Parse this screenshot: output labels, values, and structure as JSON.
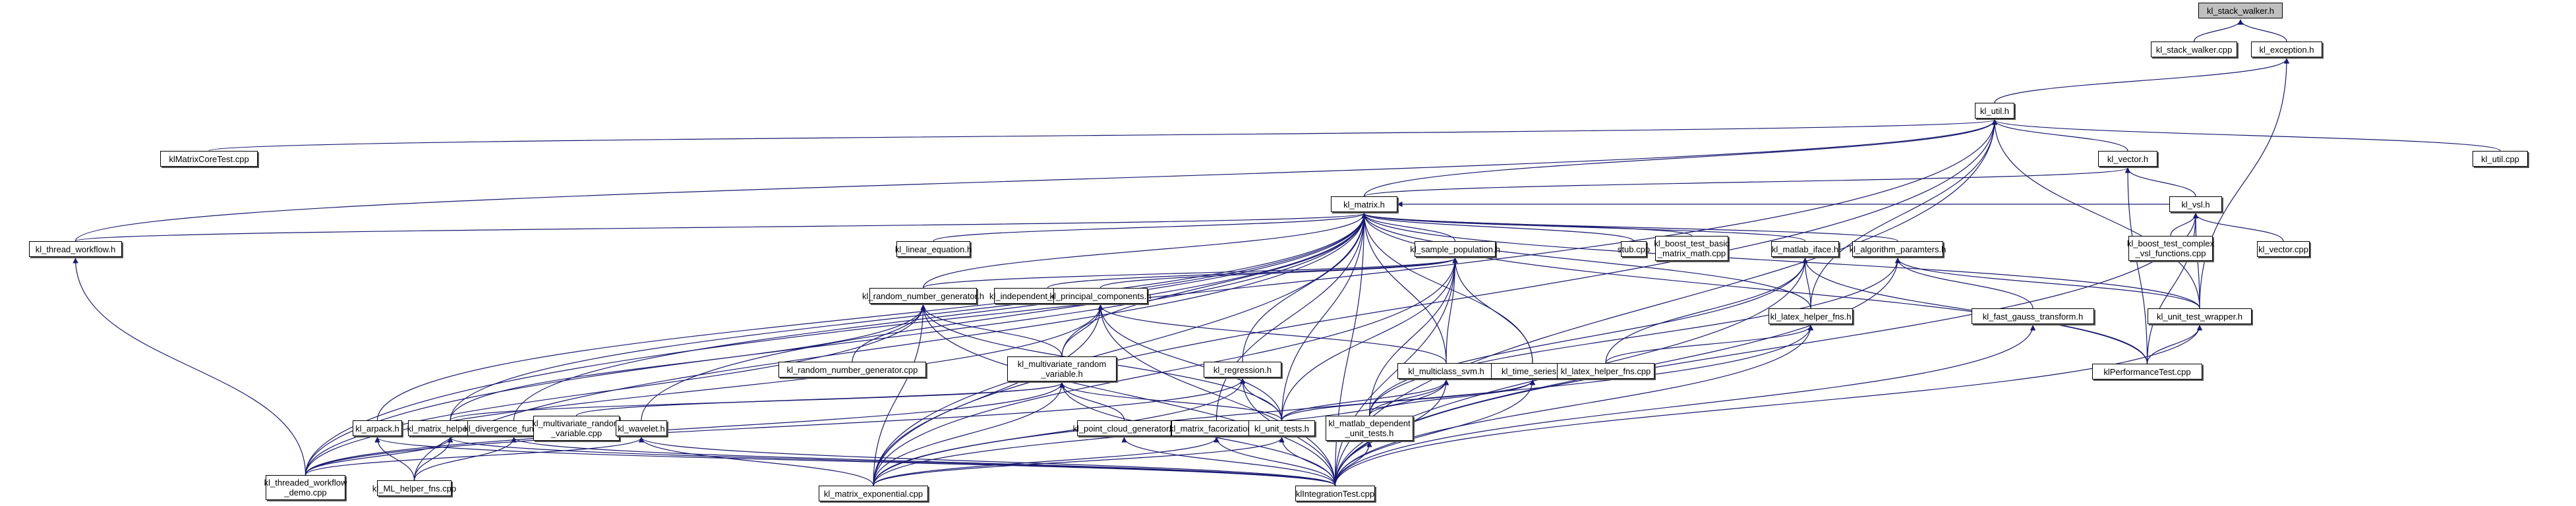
{
  "graph": {
    "title": "kl_stack_walker.h include dependency graph",
    "root": "kl_stack_walker.h",
    "colors": {
      "edge": "#191970",
      "root_fill": "#bfbfbf",
      "node_fill": "#ffffff",
      "border": "#000000"
    },
    "nodes": [
      {
        "id": "stack_walker_h",
        "label": "kl_stack_walker.h",
        "root": true
      },
      {
        "id": "stack_walker_cpp",
        "label": "kl_stack_walker.cpp"
      },
      {
        "id": "exception_h",
        "label": "kl_exception.h"
      },
      {
        "id": "util_h",
        "label": "kl_util.h"
      },
      {
        "id": "matrix_core_test",
        "label": "klMatrixCoreTest.cpp"
      },
      {
        "id": "util_cpp",
        "label": "kl_util.cpp"
      },
      {
        "id": "vector_h",
        "label": "kl_vector.h"
      },
      {
        "id": "matrix_h",
        "label": "kl_matrix.h"
      },
      {
        "id": "vsl_h",
        "label": "kl_vsl.h"
      },
      {
        "id": "thread_workflow_h",
        "label": "kl_thread_workflow.h"
      },
      {
        "id": "linear_equation_h",
        "label": "kl_linear_equation.h"
      },
      {
        "id": "sample_population_h",
        "label": "kl_sample_population.h"
      },
      {
        "id": "stub_cpp",
        "label": "stub.cpp"
      },
      {
        "id": "boost_basic_cpp",
        "label": "kl_boost_test_basic\n_matrix_math.cpp"
      },
      {
        "id": "matlab_iface_h",
        "label": "kl_matlab_iface.h"
      },
      {
        "id": "algorithm_params_h",
        "label": "kl_algorithm_paramters.h"
      },
      {
        "id": "boost_complex_cpp",
        "label": "kl_boost_test_complex\n_vsl_functions.cpp"
      },
      {
        "id": "vector_cpp",
        "label": "kl_vector.cpp"
      },
      {
        "id": "random_number_generator_h",
        "label": "kl_random_number_generator.h"
      },
      {
        "id": "independent_components_h",
        "label": "kl_independent_components.h"
      },
      {
        "id": "principal_components_h",
        "label": "kl_principal_components.h"
      },
      {
        "id": "latex_helper_fns_h",
        "label": "kl_latex_helper_fns.h"
      },
      {
        "id": "fast_gauss_transform_h",
        "label": "kl_fast_gauss_transform.h"
      },
      {
        "id": "unit_test_wrapper_h",
        "label": "kl_unit_test_wrapper.h"
      },
      {
        "id": "random_number_generator_cpp",
        "label": "kl_random_number_generator.cpp"
      },
      {
        "id": "multivariate_random_variable_h",
        "label": "kl_multivariate_random\n_variable.h"
      },
      {
        "id": "regression_h",
        "label": "kl_regression.h"
      },
      {
        "id": "multiclass_svm_h",
        "label": "kl_multiclass_svm.h"
      },
      {
        "id": "time_series_h",
        "label": "kl_time_series.h"
      },
      {
        "id": "latex_helper_fns_cpp",
        "label": "kl_latex_helper_fns.cpp"
      },
      {
        "id": "performance_test_cpp",
        "label": "klPerformanceTest.cpp"
      },
      {
        "id": "arpack_h",
        "label": "kl_arpack.h"
      },
      {
        "id": "matrix_helper_fns_h",
        "label": "kl_matrix_helper_fns.h"
      },
      {
        "id": "divergence_functions_h",
        "label": "kl_divergence_functions.h"
      },
      {
        "id": "multivariate_random_variable_cpp",
        "label": "kl_multivariate_random\n_variable.cpp"
      },
      {
        "id": "wavelet_h",
        "label": "kl_wavelet.h"
      },
      {
        "id": "point_cloud_generator_h",
        "label": "kl_point_cloud_generator.h"
      },
      {
        "id": "matrix_factorizations_h",
        "label": "kl_matrix_facorizations.h"
      },
      {
        "id": "unit_tests_h",
        "label": "kl_unit_tests.h"
      },
      {
        "id": "matlab_dependent_unit_tests_h",
        "label": "kl_matlab_dependent\n_unit_tests.h"
      },
      {
        "id": "threaded_workflow_demo_cpp",
        "label": "kl_threaded_workflow\n_demo.cpp"
      },
      {
        "id": "ml_helper_fns_cpp",
        "label": "kl_ML_helper_fns.cpp"
      },
      {
        "id": "matrix_exponential_cpp",
        "label": "kl_matrix_exponential.cpp"
      },
      {
        "id": "integration_test_cpp",
        "label": "klIntegrationTest.cpp"
      }
    ],
    "edges": [
      [
        "stack_walker_cpp",
        "stack_walker_h"
      ],
      [
        "exception_h",
        "stack_walker_h"
      ],
      [
        "util_h",
        "exception_h"
      ],
      [
        "unit_test_wrapper_h",
        "exception_h"
      ],
      [
        "matrix_core_test",
        "util_h"
      ],
      [
        "util_cpp",
        "util_h"
      ],
      [
        "vector_h",
        "util_h"
      ],
      [
        "matrix_h",
        "util_h"
      ],
      [
        "thread_workflow_h",
        "util_h"
      ],
      [
        "latex_helper_fns_h",
        "util_h"
      ],
      [
        "unit_test_wrapper_h",
        "util_h"
      ],
      [
        "threaded_workflow_demo_cpp",
        "util_h"
      ],
      [
        "matrix_exponential_cpp",
        "util_h"
      ],
      [
        "integration_test_cpp",
        "util_h"
      ],
      [
        "vsl_h",
        "vector_h"
      ],
      [
        "matrix_h",
        "vector_h"
      ],
      [
        "performance_test_cpp",
        "vector_h"
      ],
      [
        "vsl_h",
        "matrix_h"
      ],
      [
        "thread_workflow_h",
        "matrix_h"
      ],
      [
        "linear_equation_h",
        "matrix_h"
      ],
      [
        "sample_population_h",
        "matrix_h"
      ],
      [
        "stub_cpp",
        "matrix_h"
      ],
      [
        "boost_basic_cpp",
        "matrix_h"
      ],
      [
        "matlab_iface_h",
        "matrix_h"
      ],
      [
        "algorithm_params_h",
        "matrix_h"
      ],
      [
        "random_number_generator_h",
        "matrix_h"
      ],
      [
        "multivariate_random_variable_h",
        "matrix_h"
      ],
      [
        "regression_h",
        "matrix_h"
      ],
      [
        "multiclass_svm_h",
        "matrix_h"
      ],
      [
        "time_series_h",
        "matrix_h"
      ],
      [
        "arpack_h",
        "matrix_h"
      ],
      [
        "matrix_helper_fns_h",
        "matrix_h"
      ],
      [
        "divergence_functions_h",
        "matrix_h"
      ],
      [
        "wavelet_h",
        "matrix_h"
      ],
      [
        "matrix_factorizations_h",
        "matrix_h"
      ],
      [
        "unit_tests_h",
        "matrix_h"
      ],
      [
        "matrix_exponential_cpp",
        "matrix_h"
      ],
      [
        "integration_test_cpp",
        "matrix_h"
      ],
      [
        "performance_test_cpp",
        "matrix_h"
      ],
      [
        "latex_helper_fns_h",
        "matrix_h"
      ],
      [
        "unit_test_wrapper_h",
        "matrix_h"
      ],
      [
        "threaded_workflow_demo_cpp",
        "matrix_h"
      ],
      [
        "ml_helper_fns_cpp",
        "matrix_h"
      ],
      [
        "boost_complex_cpp",
        "vsl_h"
      ],
      [
        "vector_cpp",
        "vsl_h"
      ],
      [
        "unit_test_wrapper_h",
        "vsl_h"
      ],
      [
        "performance_test_cpp",
        "vsl_h"
      ],
      [
        "integration_test_cpp",
        "vsl_h"
      ],
      [
        "threaded_workflow_demo_cpp",
        "thread_workflow_h"
      ],
      [
        "independent_components_h",
        "sample_population_h"
      ],
      [
        "principal_components_h",
        "sample_population_h"
      ],
      [
        "random_number_generator_h",
        "sample_population_h"
      ],
      [
        "multiclass_svm_h",
        "sample_population_h"
      ],
      [
        "time_series_h",
        "sample_population_h"
      ],
      [
        "unit_tests_h",
        "sample_population_h"
      ],
      [
        "matrix_exponential_cpp",
        "sample_population_h"
      ],
      [
        "integration_test_cpp",
        "sample_population_h"
      ],
      [
        "matlab_dependent_unit_tests_h",
        "sample_population_h"
      ],
      [
        "latex_helper_fns_h",
        "matlab_iface_h"
      ],
      [
        "latex_helper_fns_cpp",
        "matlab_iface_h"
      ],
      [
        "matlab_dependent_unit_tests_h",
        "matlab_iface_h"
      ],
      [
        "integration_test_cpp",
        "matlab_iface_h"
      ],
      [
        "performance_test_cpp",
        "matlab_iface_h"
      ],
      [
        "fast_gauss_transform_h",
        "algorithm_params_h"
      ],
      [
        "unit_test_wrapper_h",
        "algorithm_params_h"
      ],
      [
        "matlab_dependent_unit_tests_h",
        "algorithm_params_h"
      ],
      [
        "integration_test_cpp",
        "algorithm_params_h"
      ],
      [
        "performance_test_cpp",
        "unit_test_wrapper_h"
      ],
      [
        "integration_test_cpp",
        "unit_test_wrapper_h"
      ],
      [
        "latex_helper_fns_cpp",
        "latex_helper_fns_h"
      ],
      [
        "integration_test_cpp",
        "latex_helper_fns_h"
      ],
      [
        "matrix_exponential_cpp",
        "latex_helper_fns_h"
      ],
      [
        "integration_test_cpp",
        "fast_gauss_transform_h"
      ],
      [
        "random_number_generator_cpp",
        "random_number_generator_h"
      ],
      [
        "multivariate_random_variable_h",
        "random_number_generator_h"
      ],
      [
        "matrix_helper_fns_h",
        "random_number_generator_h"
      ],
      [
        "matrix_exponential_cpp",
        "random_number_generator_h"
      ],
      [
        "threaded_workflow_demo_cpp",
        "random_number_generator_h"
      ],
      [
        "unit_tests_h",
        "random_number_generator_h"
      ],
      [
        "integration_test_cpp",
        "random_number_generator_h"
      ],
      [
        "multivariate_random_variable_h",
        "principal_components_h"
      ],
      [
        "multiclass_svm_h",
        "principal_components_h"
      ],
      [
        "unit_tests_h",
        "principal_components_h"
      ],
      [
        "matrix_exponential_cpp",
        "principal_components_h"
      ],
      [
        "threaded_workflow_demo_cpp",
        "principal_components_h"
      ],
      [
        "integration_test_cpp",
        "principal_components_h"
      ],
      [
        "multivariate_random_variable_cpp",
        "multivariate_random_variable_h"
      ],
      [
        "point_cloud_generator_h",
        "multivariate_random_variable_h"
      ],
      [
        "matrix_helper_fns_h",
        "multivariate_random_variable_h"
      ],
      [
        "unit_tests_h",
        "multivariate_random_variable_h"
      ],
      [
        "matrix_exponential_cpp",
        "multivariate_random_variable_h"
      ],
      [
        "integration_test_cpp",
        "multivariate_random_variable_h"
      ],
      [
        "threaded_workflow_demo_cpp",
        "multivariate_random_variable_h"
      ],
      [
        "unit_tests_h",
        "regression_h"
      ],
      [
        "matrix_exponential_cpp",
        "regression_h"
      ],
      [
        "integration_test_cpp",
        "regression_h"
      ],
      [
        "threaded_workflow_demo_cpp",
        "regression_h"
      ],
      [
        "unit_tests_h",
        "multiclass_svm_h"
      ],
      [
        "matlab_dependent_unit_tests_h",
        "multiclass_svm_h"
      ],
      [
        "integration_test_cpp",
        "multiclass_svm_h"
      ],
      [
        "matrix_exponential_cpp",
        "multiclass_svm_h"
      ],
      [
        "unit_tests_h",
        "time_series_h"
      ],
      [
        "matlab_dependent_unit_tests_h",
        "time_series_h"
      ],
      [
        "integration_test_cpp",
        "time_series_h"
      ],
      [
        "ml_helper_fns_cpp",
        "arpack_h"
      ],
      [
        "integration_test_cpp",
        "arpack_h"
      ],
      [
        "ml_helper_fns_cpp",
        "matrix_helper_fns_h"
      ],
      [
        "threaded_workflow_demo_cpp",
        "matrix_helper_fns_h"
      ],
      [
        "integration_test_cpp",
        "matrix_helper_fns_h"
      ],
      [
        "ml_helper_fns_cpp",
        "divergence_functions_h"
      ],
      [
        "integration_test_cpp",
        "divergence_functions_h"
      ],
      [
        "matrix_exponential_cpp",
        "wavelet_h"
      ],
      [
        "threaded_workflow_demo_cpp",
        "wavelet_h"
      ],
      [
        "integration_test_cpp",
        "wavelet_h"
      ],
      [
        "integration_test_cpp",
        "point_cloud_generator_h"
      ],
      [
        "matrix_exponential_cpp",
        "matrix_factorizations_h"
      ],
      [
        "integration_test_cpp",
        "matrix_factorizations_h"
      ],
      [
        "matrix_exponential_cpp",
        "unit_tests_h"
      ],
      [
        "integration_test_cpp",
        "unit_tests_h"
      ],
      [
        "integration_test_cpp",
        "matlab_dependent_unit_tests_h"
      ]
    ]
  }
}
